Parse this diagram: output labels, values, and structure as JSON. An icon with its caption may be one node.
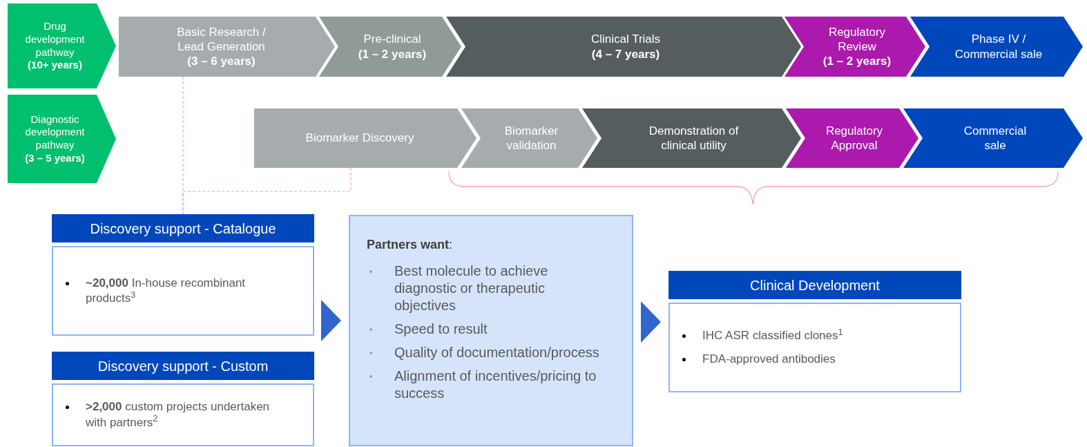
{
  "diagram": {
    "nodes": [
      {
        "text": [
          "Drug development pathway",
          "(10+ years)"
        ]
      },
      {
        "text": [
          "Basic Research / Lead Generation",
          "(3 – 6 years)"
        ]
      },
      {
        "text": [
          "Pre-clinical",
          "(1 – 2 years)"
        ]
      },
      {
        "text": [
          "Clinical Trials",
          "(4 – 7 years)"
        ]
      },
      {
        "text": [
          "Regulatory Review",
          "(1 – 2 years)"
        ]
      },
      {
        "text": [
          "Phase IV / Commercial sale"
        ]
      },
      {
        "text": [
          "Diagnostic development pathway",
          "(3 – 5 years)"
        ]
      },
      {
        "text": [
          "Biomarker Discovery"
        ]
      },
      {
        "text": [
          "Biomarker validation"
        ]
      },
      {
        "text": [
          "Demonstration of clinical utility"
        ]
      },
      {
        "text": [
          "Regulatory Approval"
        ]
      },
      {
        "text": [
          "Commercial sale"
        ]
      },
      {
        "text": [
          "Discovery support - Catalogue",
          "**~20,000** In-house recombinant products$^{3}$"
        ]
      },
      {
        "text": [
          "Discovery support - Custom",
          "**>2,000** custom projects undertaken with partners$^{2}$"
        ]
      },
      {
        "text": [
          "**Partners want**:",
          "Best molecule to achieve diagnostic or therapeutic objectives",
          "Speed to result",
          "Quality of documentation/process",
          "Alignment of incentives/pricing to success"
        ]
      },
      {
        "text": [
          "Clinical Development",
          "IHC ASR classified clones$^{1}$",
          "FDA-approved antibodies"
        ]
      }
    ],
    "edges": [
      {
        "from": 1,
        "to": 12,
        "arrow": "none",
        "style": "dashed",
        "color": "#f4a6ae"
      },
      {
        "from": 7,
        "to": 12,
        "arrow": "none",
        "style": "dashed",
        "color": "#f4a6ae"
      },
      {
        "from": 12,
        "to": 14,
        "arrow": "to",
        "color": "#3366cc"
      },
      {
        "from": 14,
        "to": 15,
        "arrow": "to",
        "color": "#3366cc"
      }
    ]
  }
}
